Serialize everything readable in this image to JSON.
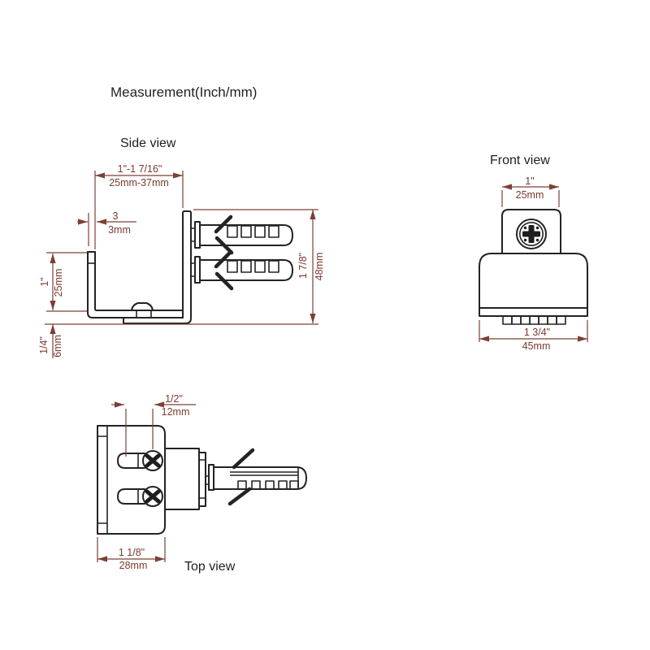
{
  "title": "Measurement(Inch/mm)",
  "colors": {
    "drawing_line": "#232323",
    "dimension": "#7c4036",
    "background": "#ffffff"
  },
  "side": {
    "label": "Side view",
    "dims": {
      "clamp_range": {
        "inch": "1\"-1 7/16\"",
        "mm": "25mm-37mm"
      },
      "lip_thickness": {
        "inch": "3",
        "mm": "3mm"
      },
      "arm_height": {
        "inch": "1\"",
        "mm": "25mm"
      },
      "base_thickness": {
        "inch": "1/4\"",
        "mm": "6mm"
      },
      "total_height": {
        "inch": "1 7/8\"",
        "mm": "48mm"
      }
    }
  },
  "front": {
    "label": "Front view",
    "dims": {
      "top_width": {
        "inch": "1\"",
        "mm": "25mm"
      },
      "body_width": {
        "inch": "1 3/4\"",
        "mm": "45mm"
      }
    }
  },
  "top": {
    "label": "Top view",
    "dims": {
      "slot_spacing": {
        "inch": "1/2\"",
        "mm": "12mm"
      },
      "plate_width": {
        "inch": "1 1/8\"",
        "mm": "28mm"
      }
    }
  }
}
